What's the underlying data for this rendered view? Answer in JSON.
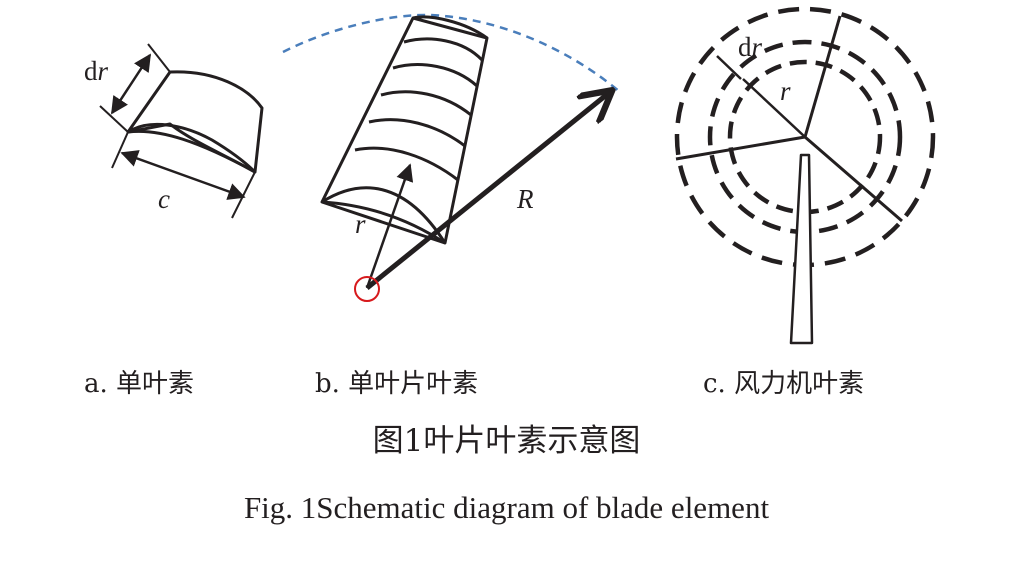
{
  "panels": {
    "a": {
      "caption": "a. 单叶素",
      "label_width": "d",
      "label_width_var": "r",
      "label_chord": "c"
    },
    "b": {
      "caption": "b. 单叶片叶素",
      "label_radius": "r",
      "label_rotor_radius": "R"
    },
    "c": {
      "caption": "c. 风力机叶素",
      "label_width": "d",
      "label_width_var": "r",
      "label_radius": "r"
    }
  },
  "figure_title": {
    "zh_number": "图1",
    "zh_text": "叶片叶素示意图",
    "en_number": "Fig. 1",
    "en_text": "Schematic diagram of blade element"
  },
  "colors": {
    "ink": "#231f20",
    "arc_dashed": "#4a7ebb",
    "hub_circle": "#d7191c"
  }
}
